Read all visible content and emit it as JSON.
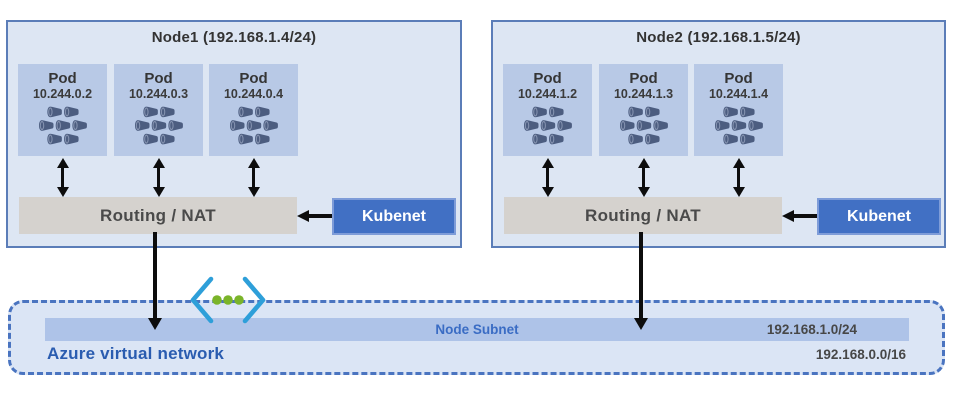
{
  "nodes": [
    {
      "title": "Node1 (192.168.1.4/24)",
      "pods": [
        {
          "label": "Pod",
          "ip": "10.244.0.2"
        },
        {
          "label": "Pod",
          "ip": "10.244.0.3"
        },
        {
          "label": "Pod",
          "ip": "10.244.0.4"
        }
      ],
      "router": "Routing / NAT",
      "agent": "Kubenet"
    },
    {
      "title": "Node2 (192.168.1.5/24)",
      "pods": [
        {
          "label": "Pod",
          "ip": "10.244.1.2"
        },
        {
          "label": "Pod",
          "ip": "10.244.1.3"
        },
        {
          "label": "Pod",
          "ip": "10.244.1.4"
        }
      ],
      "router": "Routing / NAT",
      "agent": "Kubenet"
    }
  ],
  "vnet": {
    "label": "Azure virtual network",
    "cidr": "192.168.0.0/16",
    "subnet": {
      "label": "Node Subnet",
      "cidr": "192.168.1.0/24"
    }
  },
  "colors": {
    "node_fill": "#dde6f3",
    "node_border": "#5b7db8",
    "pod_fill": "#b8c9e6",
    "pod_icon": "#4c5d80",
    "router_fill": "#d5d2ce",
    "kubenet_fill": "#4170c4",
    "vnet_fill": "#dbe5f5",
    "vnet_border": "#4a74c0",
    "subnet_bar_fill": "#aec3e8",
    "subnet_label": "#3a6cc4",
    "vnet_label": "#2a5cb0",
    "arrow": "#0d0d0d",
    "icon_chevron_blue": "#2e9fd9",
    "icon_dot_green": "#7ab429"
  }
}
